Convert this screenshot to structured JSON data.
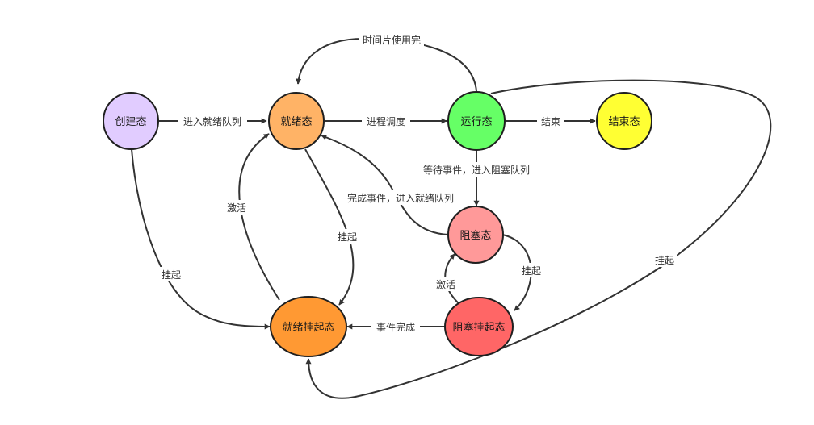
{
  "nodes": {
    "create": {
      "label": "创建态",
      "color": "#E1CCFF"
    },
    "ready": {
      "label": "就绪态",
      "color": "#FFB366"
    },
    "running": {
      "label": "运行态",
      "color": "#66FF66"
    },
    "terminated": {
      "label": "结束态",
      "color": "#FFFF33"
    },
    "blocked": {
      "label": "阻塞态",
      "color": "#FF9999"
    },
    "ready_suspend": {
      "label": "就绪挂起态",
      "color": "#FF9933"
    },
    "blocked_suspend": {
      "label": "阻塞挂起态",
      "color": "#FF6666"
    }
  },
  "edges": {
    "create_to_ready": "进入就绪队列",
    "ready_to_running": "进程调度",
    "running_to_ready_timeslice": "时间片使用完",
    "running_to_terminated": "结束",
    "running_to_blocked": "等待事件，进入阻塞队列",
    "blocked_to_ready": "完成事件，进入就绪队列",
    "blocked_to_blocked_suspend": "挂起",
    "blocked_suspend_to_blocked": "激活",
    "blocked_suspend_to_ready_suspend": "事件完成",
    "ready_suspend_to_ready": "激活",
    "ready_to_ready_suspend": "挂起",
    "create_to_ready_suspend": "挂起",
    "running_to_ready_suspend": "挂起"
  }
}
